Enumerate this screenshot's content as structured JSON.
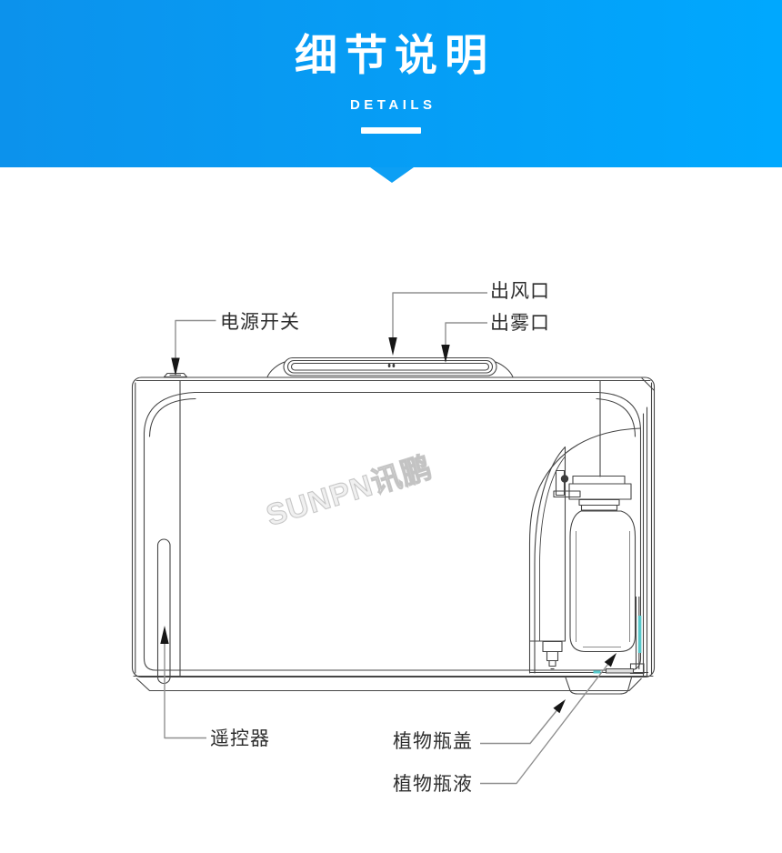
{
  "header": {
    "title": "细节说明",
    "subtitle": "DETAILS"
  },
  "diagram": {
    "watermark": "SUNPN讯鹏",
    "labels": {
      "power_switch": "电源开关",
      "air_outlet": "出风口",
      "mist_outlet": "出雾口",
      "remote_control": "遥控器",
      "plant_bottle_cap": "植物瓶盖",
      "plant_bottle_liquid": "植物瓶液"
    }
  },
  "colors": {
    "banner_start": "#0c92ec",
    "banner_end": "#00a8fe",
    "pointer_blue": "#0d9ff4",
    "accent_teal": "#57c8cb",
    "line": "#454545",
    "leader": "#909090",
    "label": "#2d2d2d"
  }
}
